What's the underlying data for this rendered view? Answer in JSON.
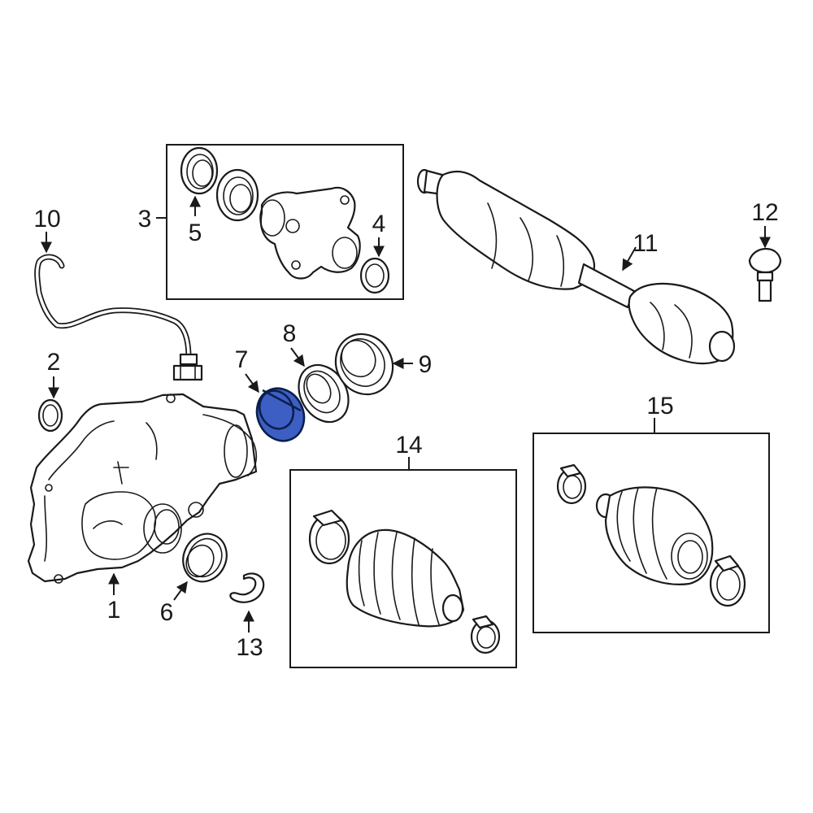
{
  "callouts": {
    "c1": "1",
    "c2": "2",
    "c3": "3",
    "c4": "4",
    "c5": "5",
    "c6": "6",
    "c7": "7",
    "c8": "8",
    "c9": "9",
    "c10": "10",
    "c11": "11",
    "c12": "12",
    "c13": "13",
    "c14": "14",
    "c15": "15"
  },
  "highlighted_part": "7",
  "colors": {
    "line": "#1a1a1a",
    "background": "#ffffff",
    "highlight_fill": "#3d5fc4",
    "highlight_outline": "#0b1f4d"
  }
}
